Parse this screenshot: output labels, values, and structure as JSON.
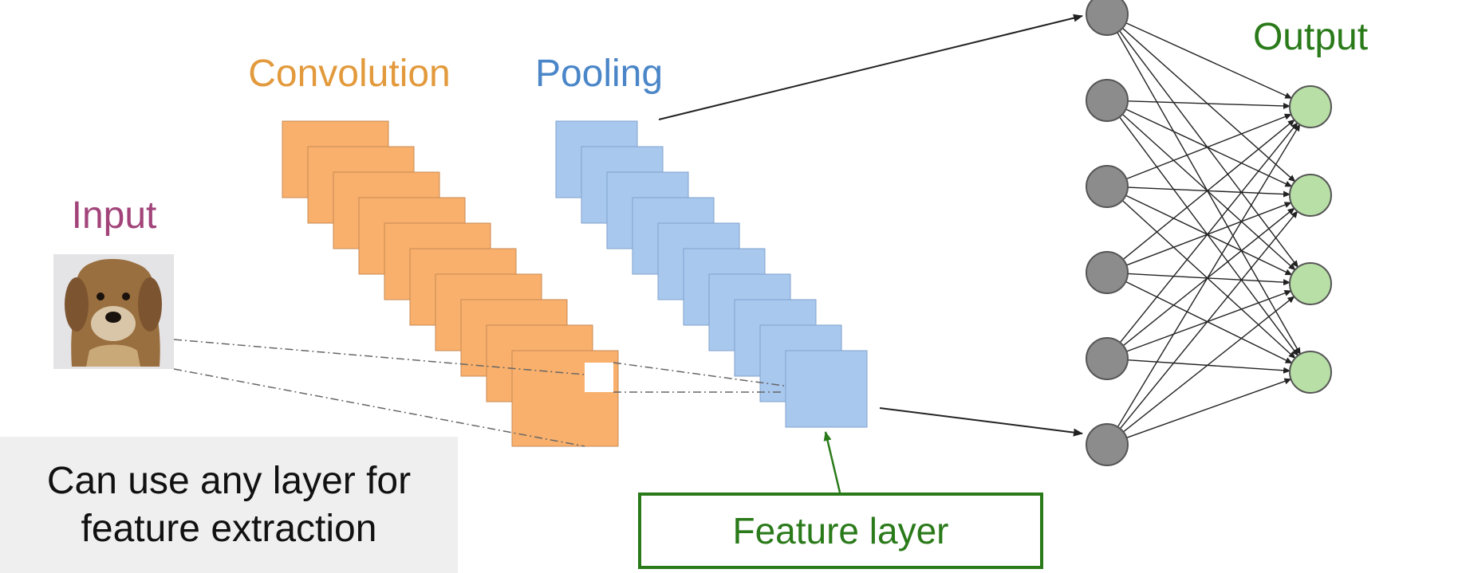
{
  "labels": {
    "input": "Input",
    "convolution": "Convolution",
    "pooling": "Pooling",
    "output": "Output",
    "feature_layer": "Feature layer",
    "caption": "Can use any layer for\nfeature extraction"
  },
  "colors": {
    "input_label": "#a2447a",
    "convolution_label": "#e29a3c",
    "pooling_label": "#4a86c8",
    "output_label": "#2a7a1a",
    "conv_fill": "#f9b06c",
    "conv_stroke": "#c88a55",
    "pool_fill": "#a9c8ee",
    "pool_stroke": "#7fa2cc",
    "hidden_node": "#8c8c8c",
    "output_node": "#b8dfa6",
    "feature_box": "#2a7a1a"
  },
  "network": {
    "conv_map_count": 10,
    "pool_map_count": 10,
    "hidden_node_count": 6,
    "output_node_count": 4
  },
  "icons": {
    "input_image": "dog-photo"
  }
}
